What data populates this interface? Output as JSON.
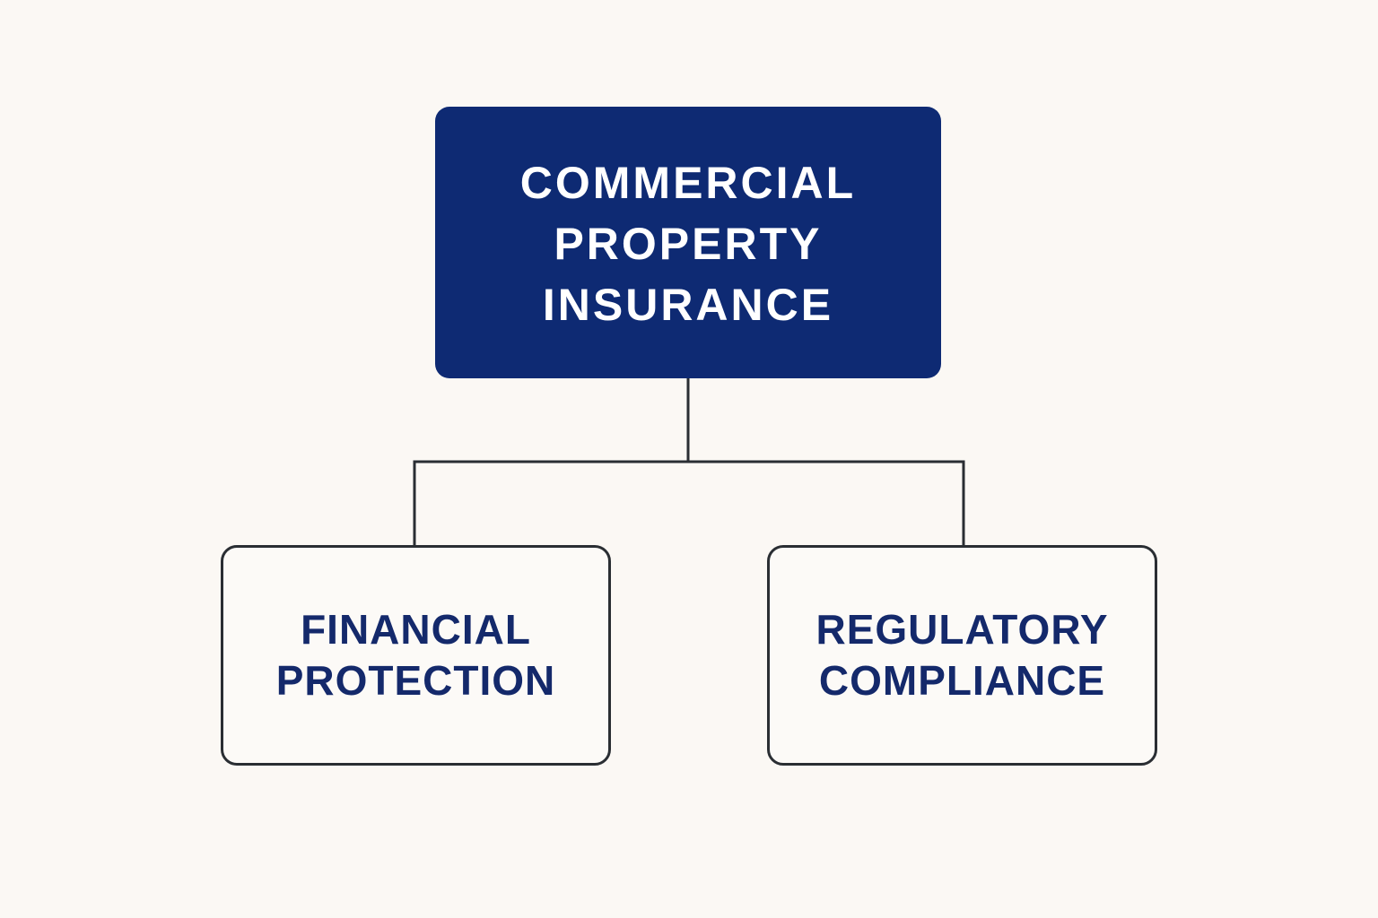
{
  "colors": {
    "background": "#fbf8f4",
    "root_fill": "#0e2a73",
    "child_fill": "#fcfaf7",
    "child_text": "#14296b",
    "outline": "#2a2e33"
  },
  "diagram": {
    "root": {
      "label": "COMMERCIAL\nPROPERTY\nINSURANCE"
    },
    "children": [
      {
        "label": "FINANCIAL\nPROTECTION"
      },
      {
        "label": "REGULATORY\nCOMPLIANCE"
      }
    ]
  }
}
